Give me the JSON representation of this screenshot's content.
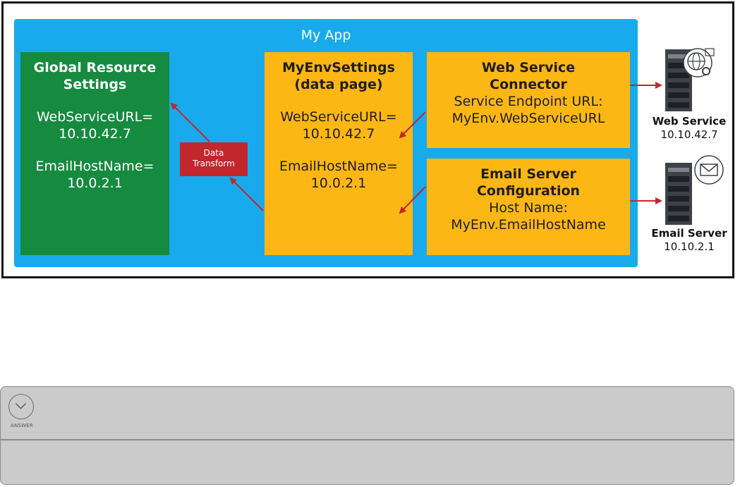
{
  "diagram": {
    "app_title": "My App",
    "global_settings": {
      "title_lines": [
        "Global Resource",
        "Settings"
      ],
      "lines": [
        "WebServiceURL=",
        "10.10.42.7",
        "EmailHostName=",
        "10.0.2.1"
      ]
    },
    "data_transform": {
      "lines": [
        "Data",
        "Transform"
      ]
    },
    "env_settings": {
      "title_lines": [
        "MyEnvSettings",
        "(data page)"
      ],
      "lines": [
        "WebServiceURL=",
        "10.10.42.7",
        "EmailHostName=",
        "10.0.2.1"
      ]
    },
    "web_service_connector": {
      "title_lines": [
        "Web Service",
        "Connector"
      ],
      "lines": [
        "Service Endpoint URL:",
        "MyEnv.WebServiceURL"
      ]
    },
    "email_server_config": {
      "title_lines": [
        "Email Server",
        "Configuration"
      ],
      "lines": [
        "Host Name:",
        "MyEnv.EmailHostName"
      ]
    },
    "web_service": {
      "name": "Web Service",
      "address": "10.10.42.7",
      "icon": "server-globe-icon"
    },
    "email_server": {
      "name": "Email Server",
      "address": "10.10.2.1",
      "icon": "server-mail-icon"
    },
    "colors": {
      "app": "#18aaec",
      "global": "#168a3f",
      "yellow": "#fdb714",
      "transform": "#c1272d",
      "arrow": "#c1272d"
    }
  },
  "answer_panel": {
    "label": "ANSWER",
    "icon": "chevron-down-icon"
  }
}
